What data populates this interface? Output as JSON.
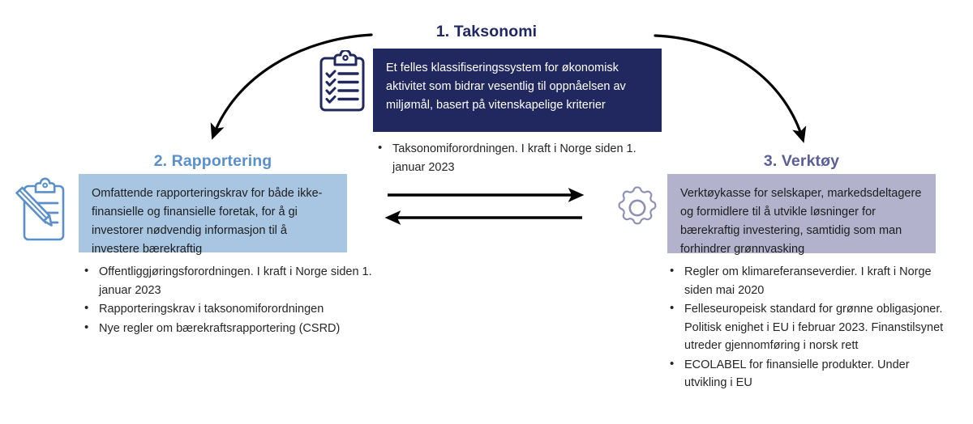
{
  "diagram": {
    "title_color": "#21285f",
    "nodes": [
      {
        "id": "taksonomi",
        "heading": "1. Taksonomi",
        "heading_color": "#21285f",
        "box_color": "#21285f",
        "box_text_color": "#ffffff",
        "description": "Et felles klassifiseringssystem for økonomisk aktivitet som bidrar vesentlig til oppnåelsen av miljømål, basert på vitenskapelige kriterier",
        "icon": "clipboard-check-icon",
        "bullets": [
          "Taksonomiforordningen. I kraft i Norge siden 1. januar 2023"
        ]
      },
      {
        "id": "rapportering",
        "heading": "2. Rapportering",
        "heading_color": "#5b8fc9",
        "box_color": "#a8c6e2",
        "box_text_color": "#1d1d1d",
        "description": "Omfattende rapporteringskrav for både ikke-finansielle og finansielle foretak, for å gi investorer nødvendig informasjon til å investere bærekraftig",
        "icon": "clipboard-pencil-icon",
        "bullets": [
          "Offentliggjøringsforordningen. I kraft i Norge siden 1. januar 2023",
          "Rapporteringskrav i taksonomiforordningen",
          "Nye regler om bærekraftsrapportering (CSRD)"
        ]
      },
      {
        "id": "verktoy",
        "heading": "3. Verktøy",
        "heading_color": "#5c5f96",
        "box_color": "#b2b2cc",
        "box_text_color": "#1d1d1d",
        "description": "Verktøykasse for selskaper, markedsdeltagere og formidlere til å utvikle løsninger for bærekraftig investering, samtidig som man forhindrer grønnvasking",
        "icon": "gear-icon",
        "bullets": [
          "Regler om klimareferanseverdier. I kraft i Norge siden mai 2020",
          "Felleseuropeisk standard for grønne obligasjoner. Politisk enighet i EU i februar 2023. Finanstilsynet utreder gjennomføring i norsk rett",
          "ECOLABEL for finansielle produkter. Under utvikling i EU"
        ]
      }
    ],
    "connectors": [
      {
        "id": "curve-taksonomi-to-rapportering",
        "type": "curved-arrow",
        "color": "#000000"
      },
      {
        "id": "curve-taksonomi-to-verktoy",
        "type": "curved-arrow",
        "color": "#000000"
      },
      {
        "id": "arrow-rapportering-to-verktoy",
        "type": "straight-arrow-right",
        "color": "#000000"
      },
      {
        "id": "arrow-verktoy-to-rapportering",
        "type": "straight-arrow-left",
        "color": "#000000"
      }
    ]
  }
}
